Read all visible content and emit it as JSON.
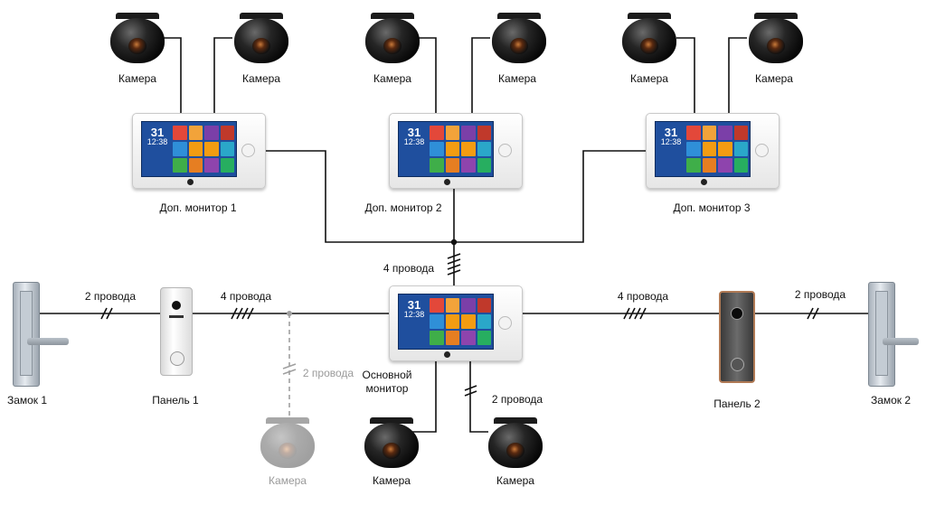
{
  "labels": {
    "camera": "Камера",
    "aux_monitor_1": "Доп. монитор 1",
    "aux_monitor_2": "Доп. монитор 2",
    "aux_monitor_3": "Доп. монитор 3",
    "main_monitor_line1": "Основной",
    "main_monitor_line2": "монитор",
    "panel_1": "Панель 1",
    "panel_2": "Панель 2",
    "lock_1": "Замок 1",
    "lock_2": "Замок 2",
    "wires_2": "2 провода",
    "wires_4": "4 провода"
  },
  "monitor_screen": {
    "day": "31",
    "time": "12:38"
  },
  "colors": {
    "wire": "#111111",
    "optional_wire": "#a0a0a0",
    "screen_bg": "#1f4f9e",
    "tiles": [
      "#e3483a",
      "#f2a33a",
      "#7b3fa8",
      "#c0392b",
      "#2f8fd8",
      "#f39c12",
      "#f39c12",
      "#2aa7c9",
      "#3fae49",
      "#e67e22",
      "#8e44ad",
      "#27ae60"
    ]
  }
}
